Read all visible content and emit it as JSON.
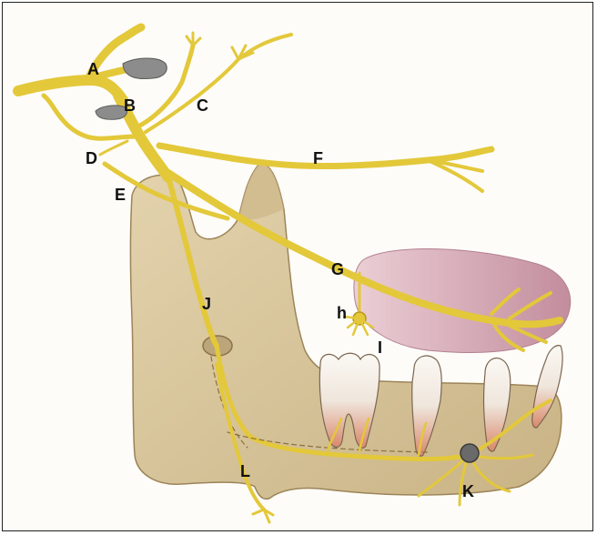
{
  "labels": {
    "a": "A",
    "b": "B",
    "c": "C",
    "d": "D",
    "e": "E",
    "f": "F",
    "g": "G",
    "h": "h",
    "i": "I",
    "j": "J",
    "k": "K",
    "l": "L"
  },
  "colors": {
    "nerve": "#e8cf3a",
    "nerve_edge": "#b9981c",
    "bone": "#d9c59a",
    "bone_shade": "#b9a274",
    "tongue": "#c98a9c",
    "tooth": "#f4eee6",
    "tooth_root": "#d98a6c",
    "ganglion": "#7a7a7a"
  }
}
